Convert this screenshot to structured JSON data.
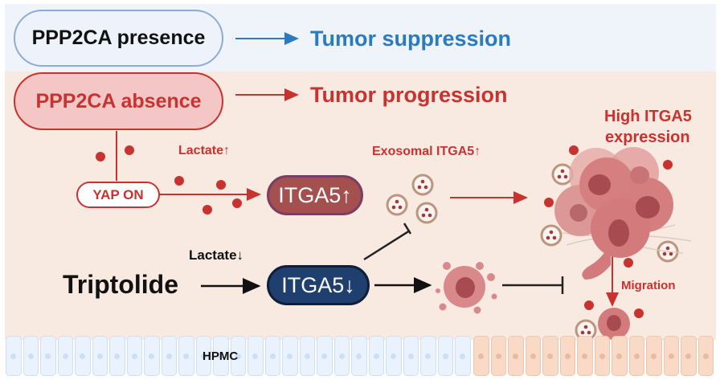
{
  "figure": {
    "top_row": {
      "condition": "PPP2CA presence",
      "outcome": "Tumor suppression"
    },
    "second_row": {
      "condition": "PPP2CA absence",
      "outcome": "Tumor progression"
    },
    "pathway": {
      "yap": "YAP ON",
      "lactate_up": "Lactate↑",
      "itga5_up": "ITGA5↑",
      "exosomal": "Exosomal ITGA5↑",
      "high_expression_line1": "High ITGA5",
      "high_expression_line2": "expression",
      "migration": "Migration"
    },
    "treatment": {
      "drug": "Triptolide",
      "lactate_down": "Lactate↓",
      "itga5_down": "ITGA5↓"
    },
    "cell_layer": {
      "label": "HPMC"
    },
    "colors": {
      "suppression_blue": "#2a7bc0",
      "progression_red": "#c8322f",
      "itga5_up_fill": "#a3504f",
      "itga5_down_fill": "#1f3f6e",
      "top_band": "#eff3fa",
      "main_band": "#f8e9e1"
    }
  }
}
